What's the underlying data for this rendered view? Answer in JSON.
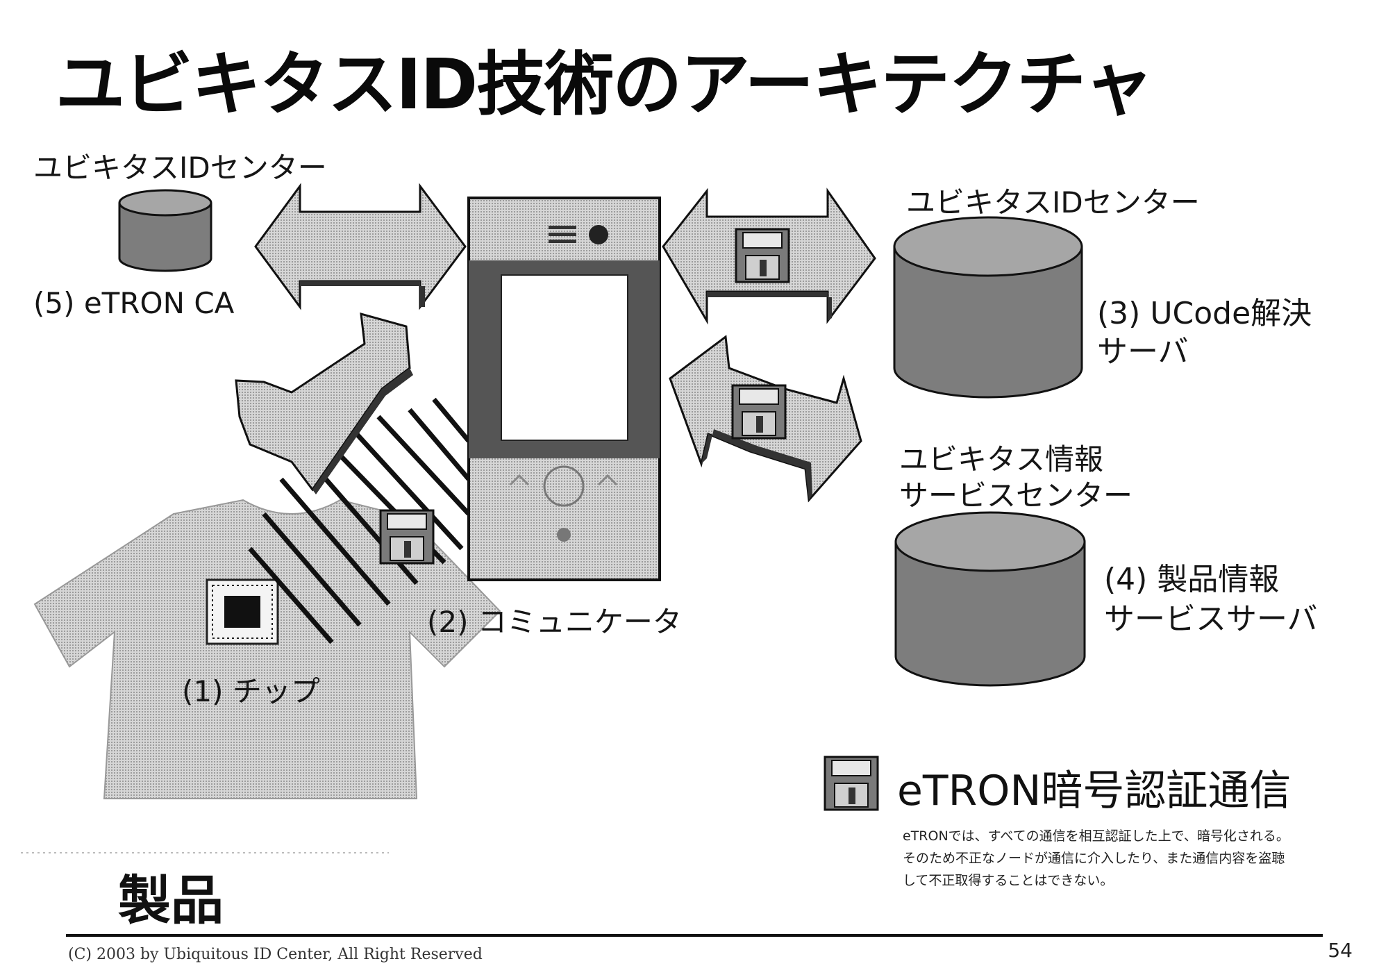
{
  "slide": {
    "title": "ユビキタスID技術のアーキテクチャ",
    "page_number": "54",
    "copyright": "(C) 2003 by Ubiquitous ID Center, All Right Reserved"
  },
  "nodes": {
    "ca": {
      "group": "ユビキタスIDセンター",
      "label": "(5) eTRON CA"
    },
    "resolution": {
      "group": "ユビキタスIDセンター",
      "label_line1": "(3) UCode解決",
      "label_line2": "サーバ"
    },
    "info": {
      "group_line1": "ユビキタス情報",
      "group_line2": "サービスセンター",
      "label_line1": "(4) 製品情報",
      "label_line2": "サービスサーバ"
    },
    "communicator": {
      "label": "(2) コミュニケータ"
    },
    "chip": {
      "label": "(1) チップ"
    },
    "product": {
      "label": "製品"
    }
  },
  "legend": {
    "label": "eTRON暗号認証通信",
    "icon": "lock-icon",
    "description": "eTRONでは、すべての通信を相互認証した上で、暗号化される。そのため不正なノードが通信に介入したり、また通信内容を盗聴して不正取得することはできない。"
  },
  "colors": {
    "fill_dark": "#6f6f6f",
    "fill_mid": "#9a9a9a",
    "fill_light": "#c8c8c8",
    "stroke": "#111111"
  }
}
